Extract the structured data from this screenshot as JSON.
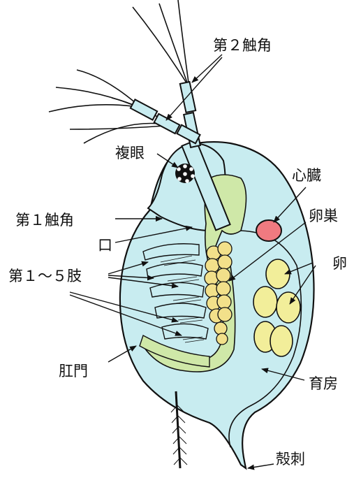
{
  "labels": {
    "antenna2": "第２触角",
    "compound_eye": "複眼",
    "heart": "心臓",
    "antenna1": "第１触角",
    "ovary": "卵巣",
    "mouth": "口",
    "egg": "卵",
    "limbs": "第１～５肢",
    "anus": "肛門",
    "brood_chamber": "育房",
    "shell_spine": "殻刺"
  },
  "colors": {
    "body": "#c8ecf0",
    "gut": "#cfe8a8",
    "ovary": "#f2e08a",
    "egg": "#f2ee9a",
    "heart": "#f07a80",
    "outline": "#111111"
  }
}
